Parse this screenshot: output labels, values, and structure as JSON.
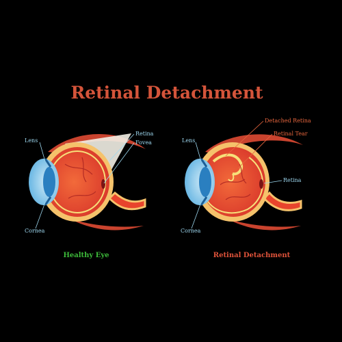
{
  "title": "Retinal Detachment",
  "colors": {
    "background": "#000000",
    "title": "#d4543a",
    "healthy_caption": "#3dbb3a",
    "detached_caption": "#e0533a",
    "label": "#9ed8f0",
    "leader": "#9ed8f0",
    "detach_label": "#e8663e",
    "muscle": "#c9432e",
    "eye_fill": "#e8442c",
    "sclera": "#f5c26b",
    "retina_line": "#f7e07a",
    "cornea": "#56aee0",
    "lens": "#2a7fc0"
  },
  "healthy_eye": {
    "caption": "Healthy Eye",
    "labels": {
      "lens": "Lens",
      "retina": "Retina",
      "fovea": "Fovea",
      "cornea": "Cornea"
    }
  },
  "detached_eye": {
    "caption": "Retinal Detachment",
    "labels": {
      "lens": "Lens",
      "detached_retina": "Detached Retina",
      "retinal_tear": "Retinal Tear",
      "retina": "Retina",
      "cornea": "Cornea"
    }
  }
}
